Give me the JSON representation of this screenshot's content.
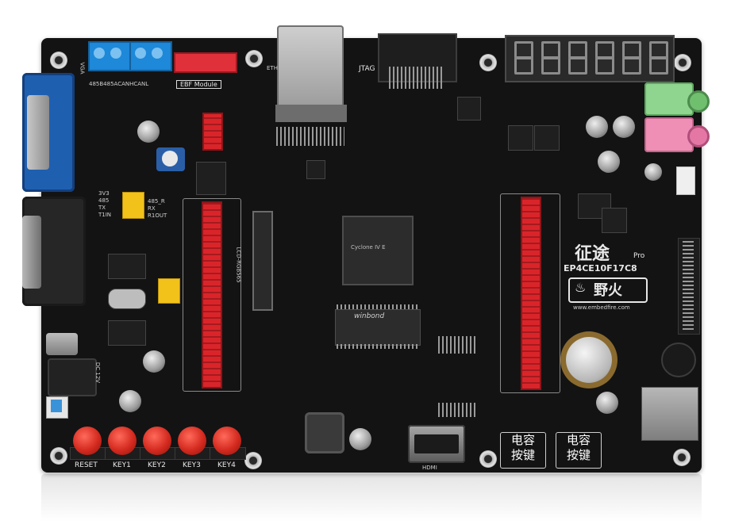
{
  "labels": {
    "jtag": "JTAG",
    "ebf_module": "EBF Module",
    "can_header": "485B485ACANHCANL",
    "lcd": "LCD-RGB565",
    "fpga_title": "征途",
    "fpga_pro": "Pro",
    "fpga_model": "EP4CE10F17C8",
    "brand": "野火",
    "website": "www.embedfire.com",
    "winbond": "winbond",
    "cap_key_1": "电容\n按键",
    "cap_key_2": "电容\n按键",
    "reset": "RESET",
    "key1": "KEY1",
    "key2": "KEY2",
    "key3": "KEY3",
    "key4": "KEY4",
    "dc": "DC 12V",
    "sel_left": "3V3\n485\nTX\nT1IN",
    "sel_right": "485_R\nRX\nR1OUT",
    "hdmi": "HDMI",
    "cyclone": "Cyclone IV E",
    "eth": "ETH"
  },
  "colors": {
    "board": "#131313",
    "vga_blue": "#1f5fb0",
    "terminal_blue": "#1e88d9",
    "header_red": "#d9252a",
    "jack_green": "#8fd48f",
    "jack_pink": "#ef8fb6",
    "jumper_yellow": "#f2c21a"
  },
  "icons": {
    "flame": "flame-icon"
  }
}
